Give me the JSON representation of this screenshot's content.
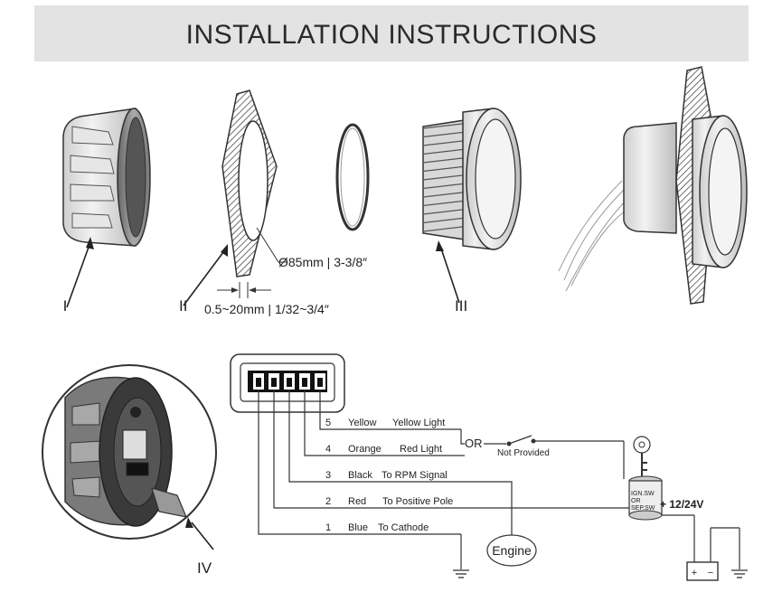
{
  "header": {
    "title": "INSTALLATION INSTRUCTIONS"
  },
  "parts": {
    "part1_label": "I",
    "part2_label": "II",
    "part3_label": "III",
    "part4_label": "IV"
  },
  "dimensions": {
    "hole_diameter": "Ø85mm | 3-3/8″",
    "panel_thickness": "0.5~20mm | 1/32~3/4″"
  },
  "wiring": {
    "wires": [
      {
        "pin": "5",
        "color": "Yellow",
        "function": "Yellow Light"
      },
      {
        "pin": "4",
        "color": "Orange",
        "function": "Red Light"
      },
      {
        "pin": "3",
        "color": "Black",
        "function": "To RPM Signal"
      },
      {
        "pin": "2",
        "color": "Red",
        "function": "To Positive Pole"
      },
      {
        "pin": "1",
        "color": "Blue",
        "function": "To Cathode"
      }
    ],
    "or_label": "OR",
    "switch_note": "Not Provided",
    "engine_label": "Engine",
    "ignition_lines": [
      "IGN.SW",
      "OR",
      "SEP.SW"
    ],
    "voltage_label": "+ 12/24V",
    "battery_plus": "+",
    "battery_minus": "−"
  },
  "colors": {
    "banner": "#e3e3e3",
    "line": "#333333"
  }
}
